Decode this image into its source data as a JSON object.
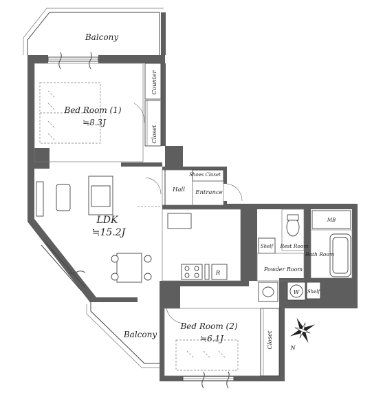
{
  "rooms": {
    "balcony_top": "Balcony",
    "counter": "Counter",
    "bedroom1": "Bed Room (1)",
    "bedroom1_area": "≒8.3J",
    "closet1": "Closet",
    "shoes_closet": "Shoes Closet",
    "hall": "Hall",
    "entrance": "Entrance",
    "ldk": "LDK",
    "ldk_area": "≒15.2J",
    "mb": "MB",
    "rest_room": "Rest Room",
    "shelf1": "Shelf",
    "bath_room": "Bath Room",
    "powder_room": "Powder Room",
    "w": "W",
    "shelf2": "Shelf",
    "refrigerator": "R",
    "balcony_bottom": "Balcony",
    "bedroom2": "Bed Room (2)",
    "bedroom2_area": "≒6.1J",
    "closet2": "Closet"
  },
  "compass": {
    "north": "N"
  },
  "colors": {
    "wall": "#5e5e5e",
    "line": "#444444",
    "background": "#ffffff"
  }
}
